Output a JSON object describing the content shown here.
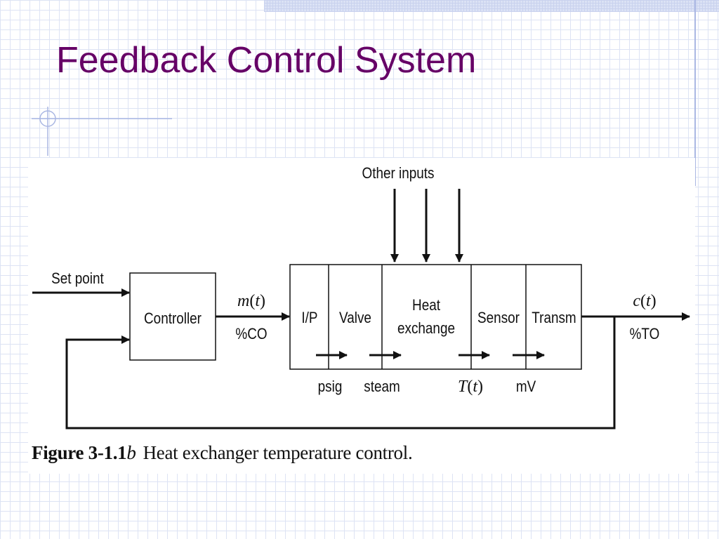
{
  "slide": {
    "title": "Feedback Control System",
    "colors": {
      "title": "#660066",
      "grid": "#dde3f4",
      "accent": "#aab7e3",
      "ink": "#111111"
    }
  },
  "diagram": {
    "other_inputs_label": "Other inputs",
    "set_point_label": "Set point",
    "controller_label": "Controller",
    "controller_output": {
      "var": "m",
      "arg": "t",
      "units": "%CO"
    },
    "process_blocks": {
      "ip": "I/P",
      "valve": "Valve",
      "heat_exchange_line1": "Heat",
      "heat_exchange_line2": "exchange",
      "sensor": "Sensor",
      "transmitter": "Transm"
    },
    "signal_labels": {
      "psig": "psig",
      "steam": "steam",
      "temperature": {
        "var": "T",
        "arg": "t"
      },
      "mv": "mV"
    },
    "output": {
      "var": "c",
      "arg": "t",
      "units": "%TO"
    }
  },
  "caption": {
    "label": "Figure 3-1.1",
    "label_letter": "b",
    "text": "Heat exchanger temperature control."
  }
}
